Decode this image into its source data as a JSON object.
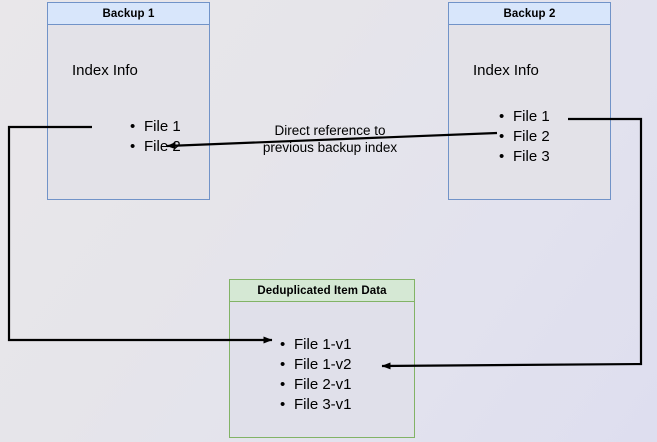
{
  "diagram": {
    "title_hidden": "",
    "colors": {
      "blue_border": "#7193c8",
      "blue_header_fill": "#d8e6fb",
      "green_border": "#82b366",
      "green_header_fill": "#d5e8d4",
      "body_fill": "#e3e2e8",
      "connector": "#000000",
      "canvas_background": "#e6e5ea"
    },
    "boxes": [
      {
        "id": "backup-1",
        "header": "Backup 1",
        "section_label": "Index Info",
        "items": [
          "File 1",
          "File 2"
        ]
      },
      {
        "id": "backup-2",
        "header": "Backup 2",
        "section_label": "Index Info",
        "items": [
          "File 1",
          "File 2",
          "File 3"
        ]
      },
      {
        "id": "deduplicated-item-data",
        "header": "Deduplicated Item Data",
        "items": [
          "File 1-v1",
          "File 1-v2",
          "File 2-v1",
          "File 3-v1"
        ]
      }
    ],
    "edge_labels": {
      "direct_reference": {
        "line1": "Direct reference to",
        "line2": "previous backup index"
      }
    }
  }
}
